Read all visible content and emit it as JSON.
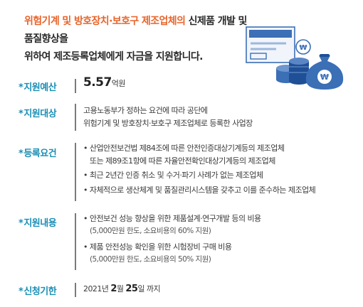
{
  "intro": {
    "highlight": "위험기계 및 방호장치·보호구 제조업체의",
    "line1_rest": " 신제품 개발 및 품질향상을",
    "line2": "위하여 제조등록업체에게 자금을 지원합니다."
  },
  "icons": [
    "document-icon",
    "coin-stack-icon",
    "money-bag-icon"
  ],
  "colors": {
    "highlight": "#e8642b",
    "label": "#1a8fb5",
    "illustration": "#3b6fb6"
  },
  "sections": {
    "budget": {
      "label": "지원예산",
      "amount": "5.57",
      "unit": "억원"
    },
    "target": {
      "label": "지원대상",
      "lines": [
        "고용노동부가 정하는 요건에 따라 공단에",
        "위험기계 및 방호장치·보호구 제조업체로 등록한 사업장"
      ]
    },
    "requirements": {
      "label": "등록요건",
      "items": [
        {
          "line1": "산업안전보건법 제84조에 따른 안전인증대상기계등의 제조업체",
          "line2": "또는 제89조1항에 따른 자율안전확인대상기계등의 제조업체"
        },
        {
          "line1": "최근 2년간 인증 취소 및 수거·파기 사례가 없는 제조업체"
        },
        {
          "line1": "자체적으로 생산체계 및 품질관리시스템을 갖추고 이를 준수하는 제조업체"
        }
      ]
    },
    "content": {
      "label": "지원내용",
      "items": [
        {
          "line1": "안전보건 성능 향상을 위한 제품설계·연구개발 등의 비용",
          "line2": "(5,000만원 한도, 소요비용의 60% 지원)"
        },
        {
          "line1": "제품 안전성능 확인을 위한 시험장비 구매 비용",
          "line2": "(5,000만원 한도, 소요비용의 50% 지원)"
        }
      ]
    },
    "deadline": {
      "label": "신청기한",
      "year": "2021년",
      "month": "2",
      "month_unit": "월",
      "day": "25",
      "day_unit": "일",
      "suffix": "까지"
    }
  }
}
